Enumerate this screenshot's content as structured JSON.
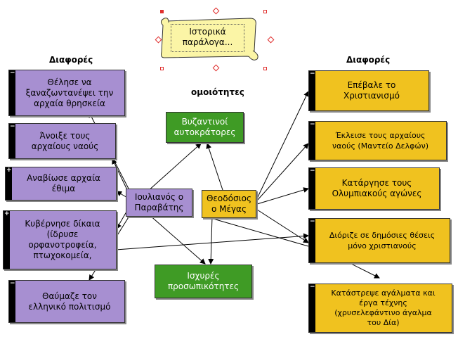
{
  "title": "Ιστορικά\nπαράλογα...",
  "headings": {
    "left": "Διαφορές",
    "right": "Διαφορές",
    "center": "ομοιότητες"
  },
  "julian": "Ιουλιανός ο\nΠαραβάτης",
  "theodosius": "Θεοδόσιος\nο Μέγας",
  "similarities": {
    "top": "Βυζαντινοί\nαυτοκράτορες",
    "bottom": "Ισχυρές\nπροσωπικότητες"
  },
  "left_nodes": [
    {
      "text": "Θέλησε να\nξαναζωντανέψει την\nαρχαία θρησκεία",
      "sign": "−"
    },
    {
      "text": "Άνοιξε τους\nαρχαίους ναούς",
      "sign": "−"
    },
    {
      "text": "Αναβίωσε αρχαία\nέθιμα",
      "sign": "+"
    },
    {
      "text": "Κυβέρνησε δίκαια\n(ίδρυσε\nορφανοτροφεία,\nπτωχοκομεία,",
      "sign": "+"
    },
    {
      "text": "Θαύμαζε τον\nελληνικό πολιτισμό",
      "sign": "−"
    }
  ],
  "right_nodes": [
    {
      "text": "Επέβαλε το\nΧριστιανισμό",
      "sign": "−"
    },
    {
      "text": "Έκλεισε τους αρχαίους\nναούς (Μαντείο Δελφών)",
      "sign": "−"
    },
    {
      "text": "Κατάργησε τους\nΟλυμπιακούς αγώνες",
      "sign": "−"
    },
    {
      "text": "Διόριζε σε δημόσιες θέσεις\nμόνο χριστιανούς",
      "sign": "−"
    },
    {
      "text": "Κατάστρεψε αγάλματα και\nέργα τέχνης\n(χρυσελεφάντινο άγαλμα\nτου Δία)",
      "sign": "−"
    }
  ],
  "colors": {
    "purple": "#a78fd1",
    "yellow": "#f0c21f",
    "green": "#3f9b25",
    "scroll": "#fbf5a6",
    "handle": "#e0302f"
  }
}
